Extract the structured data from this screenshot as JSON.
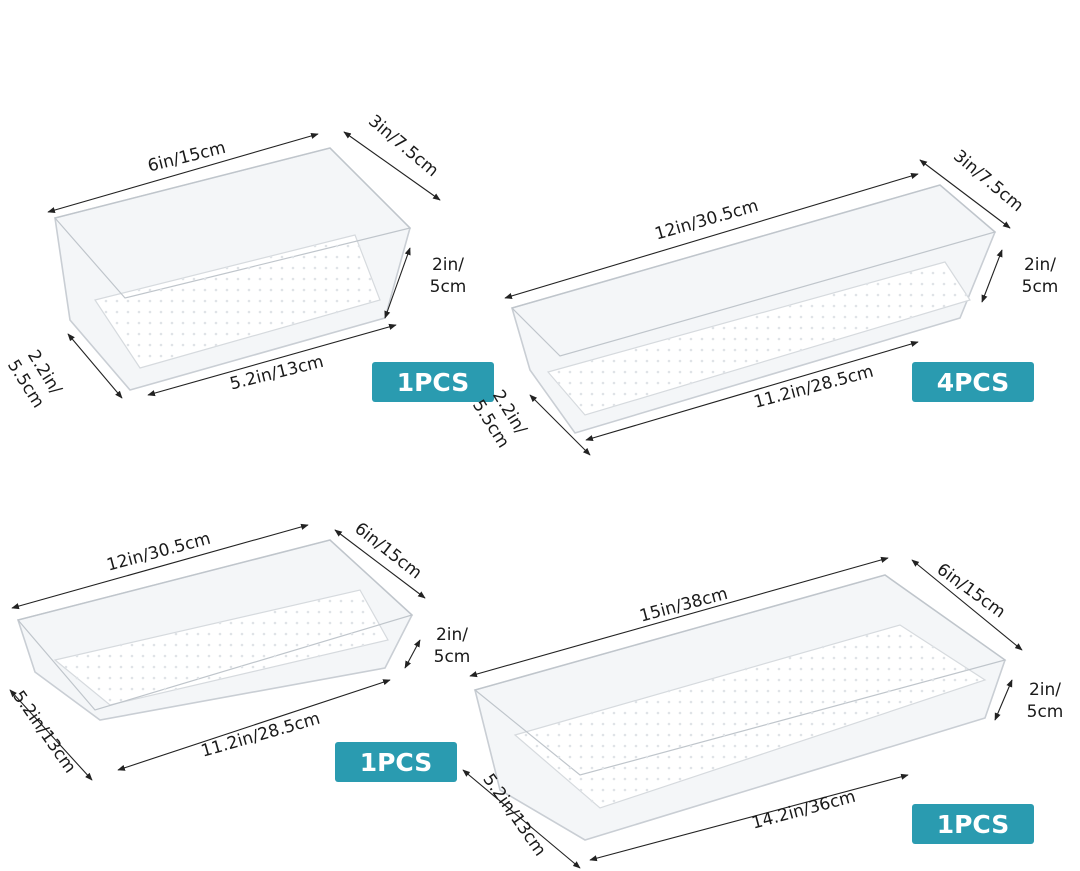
{
  "colors": {
    "badge": "#2a9bb0",
    "tray_stroke": "#c9ced4",
    "text": "#1a1a1a"
  },
  "trays": [
    {
      "id": "tray-small",
      "length": "6in/15cm",
      "width_top": "3in/7.5cm",
      "height": [
        "2in/",
        "5cm"
      ],
      "width_bottom": [
        "2.2in/",
        "5.5cm"
      ],
      "length_bottom": "5.2in/13cm",
      "quantity": "1PCS"
    },
    {
      "id": "tray-long-narrow",
      "length": "12in/30.5cm",
      "width_top": "3in/7.5cm",
      "height": [
        "2in/",
        "5cm"
      ],
      "width_bottom": [
        "2.2in/",
        "5.5cm"
      ],
      "length_bottom": "11.2in/28.5cm",
      "quantity": "4PCS"
    },
    {
      "id": "tray-medium-wide",
      "length": "12in/30.5cm",
      "width_top": "6in/15cm",
      "height": [
        "2in/",
        "5cm"
      ],
      "width_bottom": [
        "5.2in/13cm"
      ],
      "length_bottom": "11.2in/28.5cm",
      "quantity": "1PCS"
    },
    {
      "id": "tray-large",
      "length": "15in/38cm",
      "width_top": "6in/15cm",
      "height": [
        "2in/",
        "5cm"
      ],
      "width_bottom": [
        "5.2in/13cm"
      ],
      "length_bottom": "14.2in/36cm",
      "quantity": "1PCS"
    }
  ]
}
